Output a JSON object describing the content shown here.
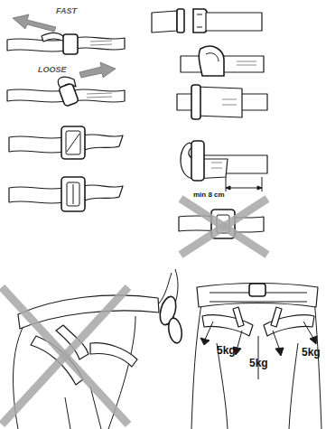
{
  "diagram": {
    "labels": [
      "FAST",
      "LOOSE",
      "min 8 cm",
      "5kg",
      "5kg",
      "5kg"
    ]
  }
}
